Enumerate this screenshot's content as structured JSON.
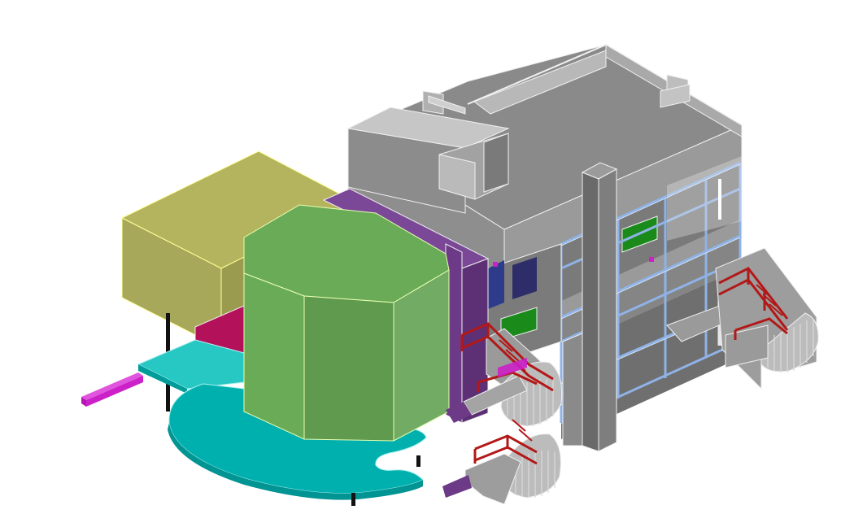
{
  "scene": {
    "kind": "isometric-3d-architectural-massing-model",
    "background": "#ffffff",
    "palette": {
      "concrete_light": "#c9c9c9",
      "concrete_mid": "#a8a8a8",
      "concrete_dark": "#8c8c8c",
      "concrete_floor": "#7d7d7d",
      "glazing_frame": "#8fb3e6",
      "cyan_slab": "#00b0ae",
      "cyan_slab_top": "#27c7c4",
      "olive_block": "#a8a85a",
      "olive_block_top": "#b4b45f",
      "green_drum": "#6aab58",
      "green_drum_side": "#5f9a4e",
      "purple_wall": "#6c3a86",
      "magenta": "#cc20c8",
      "crimson": "#b3125a",
      "red_railing": "#b31818",
      "green_slab": "#1a8a1a",
      "edge": "#f0f0f0"
    },
    "components": [
      "main-building-block",
      "roof-parapet",
      "glazed-curtain-wall",
      "concrete-column-pier",
      "olive-volume",
      "green-octagonal-drum",
      "purple-wall",
      "cyan-ground-slab",
      "magenta-beam",
      "curved-stairs",
      "red-railings"
    ]
  }
}
